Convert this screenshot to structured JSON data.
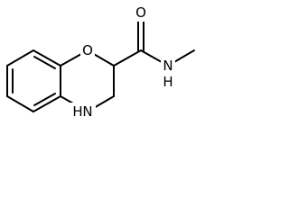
{
  "molecule": {
    "atoms": {
      "ring_oxygen": "O",
      "carbonyl_oxygen": "O",
      "amide_nitrogen": "N",
      "amide_hydrogen": "H",
      "ring_nitrogen_hydrogen": "H",
      "ring_nitrogen": "N"
    }
  },
  "colors": {
    "bond": "#000000",
    "text": "#000000",
    "background": "#ffffff"
  }
}
